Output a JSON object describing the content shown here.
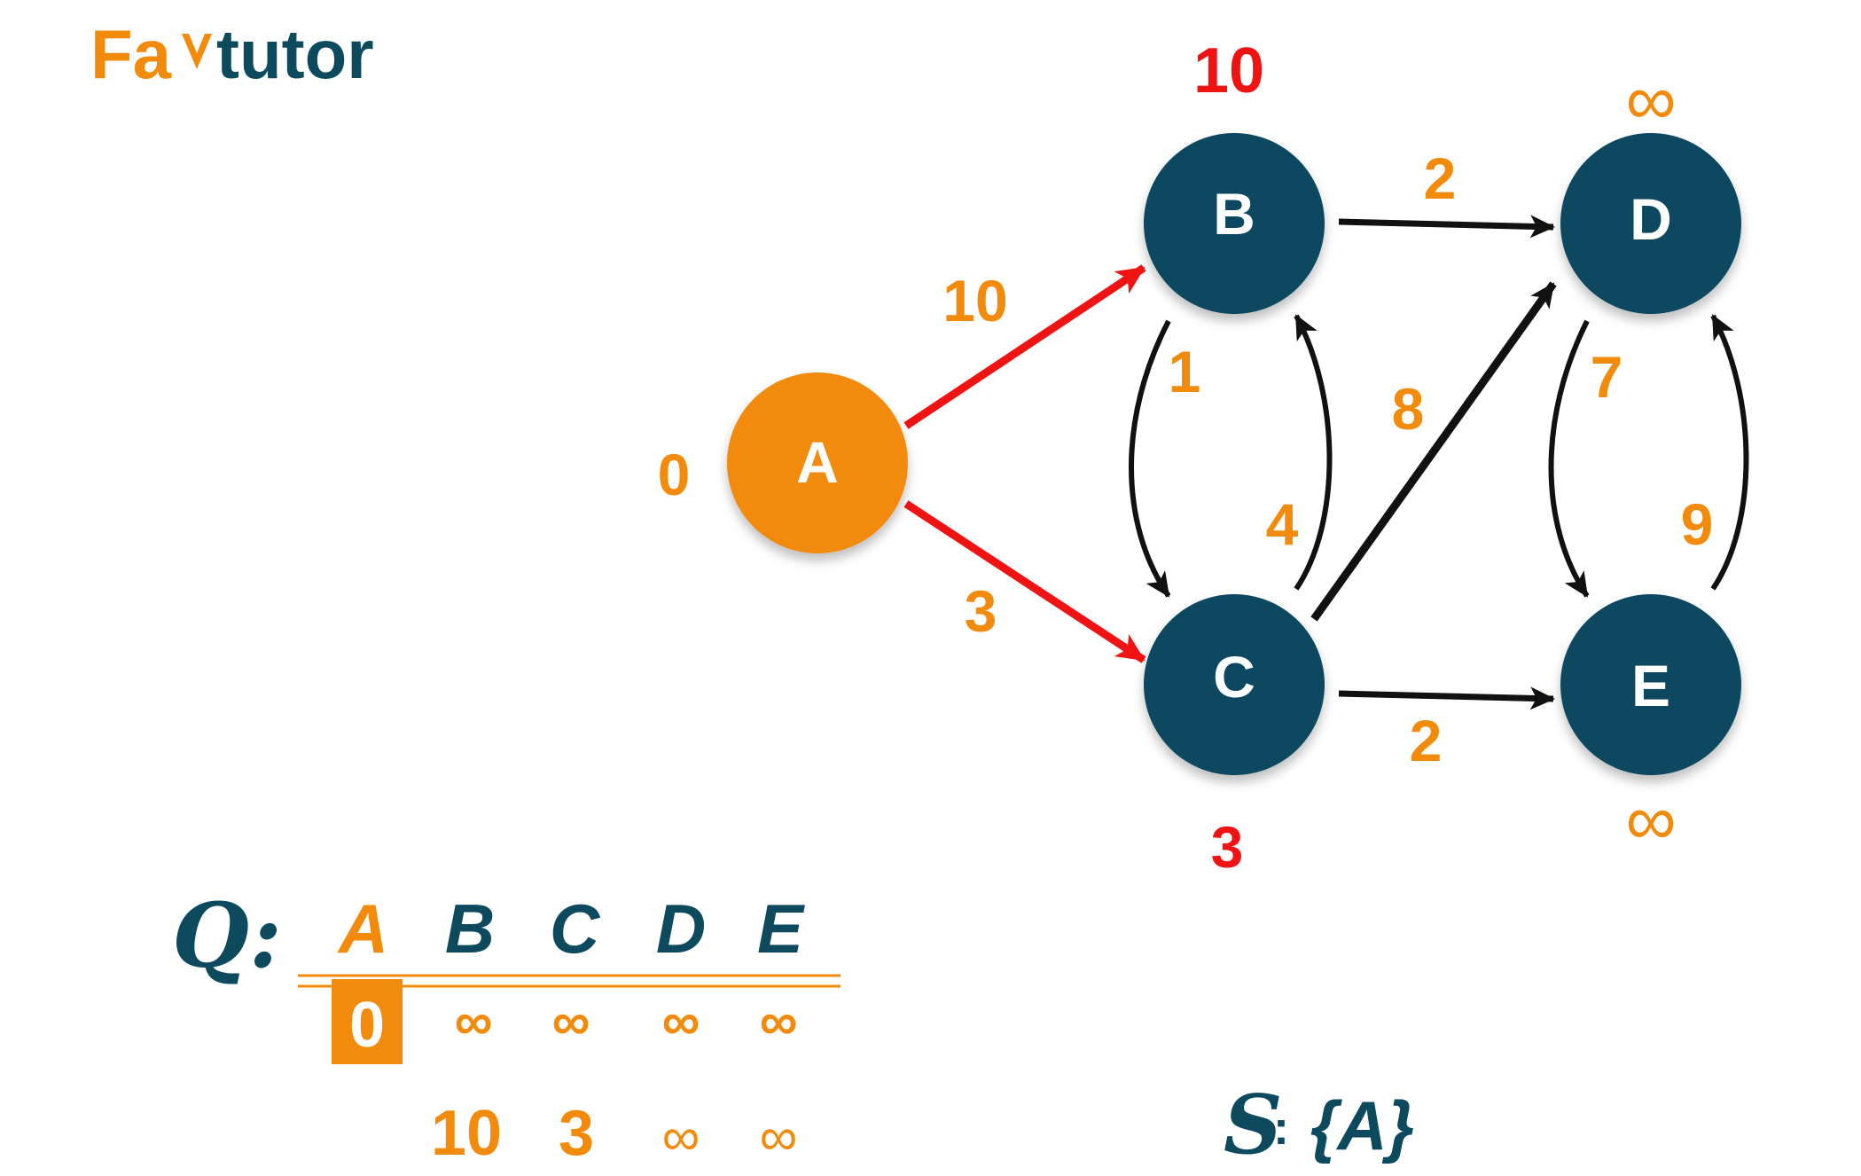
{
  "logo": {
    "part1": "Fa",
    "part2": "tutor",
    "color_orange": "#F28B0C",
    "color_dark": "#0E4A5E"
  },
  "colors": {
    "node": "#074661",
    "source_node": "#F28B0C",
    "weight": "#F28B0C",
    "highlight": "#F01313",
    "edge": "#111111"
  },
  "graph": {
    "nodes": [
      {
        "id": "A",
        "label": "A",
        "distance": "0",
        "source": true
      },
      {
        "id": "B",
        "label": "B",
        "distance": "10",
        "source": false
      },
      {
        "id": "C",
        "label": "C",
        "distance": "3",
        "source": false
      },
      {
        "id": "D",
        "label": "D",
        "distance": "∞",
        "source": false
      },
      {
        "id": "E",
        "label": "E",
        "distance": "∞",
        "source": false
      }
    ],
    "edges": [
      {
        "from": "A",
        "to": "B",
        "weight": "10",
        "highlighted": true
      },
      {
        "from": "A",
        "to": "C",
        "weight": "3",
        "highlighted": true
      },
      {
        "from": "B",
        "to": "C",
        "weight": "1",
        "highlighted": false
      },
      {
        "from": "C",
        "to": "B",
        "weight": "4",
        "highlighted": false
      },
      {
        "from": "B",
        "to": "D",
        "weight": "2",
        "highlighted": false
      },
      {
        "from": "C",
        "to": "D",
        "weight": "8",
        "highlighted": false
      },
      {
        "from": "C",
        "to": "E",
        "weight": "2",
        "highlighted": false
      },
      {
        "from": "D",
        "to": "E",
        "weight": "7",
        "highlighted": false
      },
      {
        "from": "E",
        "to": "D",
        "weight": "9",
        "highlighted": false
      }
    ]
  },
  "queue": {
    "label": "Q:",
    "headers": [
      "A",
      "B",
      "C",
      "D",
      "E"
    ],
    "row1": [
      "0",
      "∞",
      "∞",
      "∞",
      "∞"
    ],
    "row2": [
      "10",
      "3",
      "∞",
      "∞"
    ]
  },
  "set_s": {
    "label": "S",
    "colon": ":",
    "content": "{A}"
  }
}
